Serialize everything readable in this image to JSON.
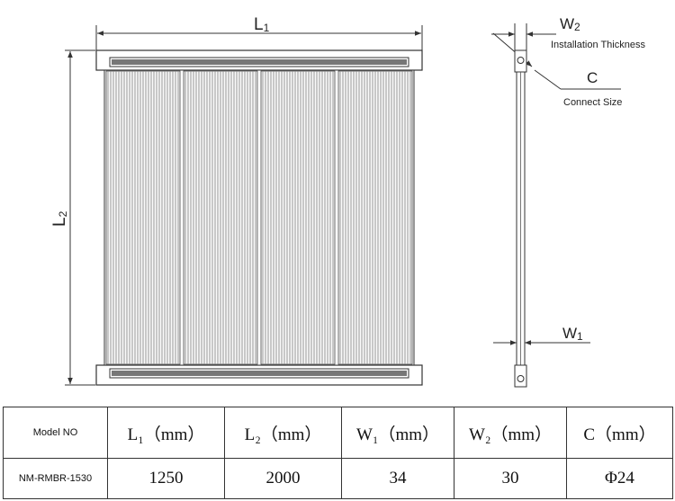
{
  "drawing": {
    "front_view": {
      "width_label": "L",
      "width_sub": "1",
      "height_label": "L",
      "height_sub": "2",
      "module_count": 4
    },
    "side_view": {
      "w2_label": "W",
      "w2_sub": "2",
      "w2_caption": "Installation Thickness",
      "c_label": "C",
      "c_caption": "Connect Size",
      "w1_label": "W",
      "w1_sub": "1"
    },
    "colors": {
      "line": "#333333",
      "fill_dark": "#555555"
    }
  },
  "table": {
    "header": {
      "model": "Model NO",
      "l1": "L₁（mm）",
      "l2": "L₂（mm）",
      "w1": "W₁（mm）",
      "w2": "W₂（mm）",
      "c": "C（mm）"
    },
    "row": {
      "model": "NM-RMBR-1530",
      "l1": "1250",
      "l2": "2000",
      "w1": "34",
      "w2": "30",
      "c": "Φ24"
    }
  }
}
